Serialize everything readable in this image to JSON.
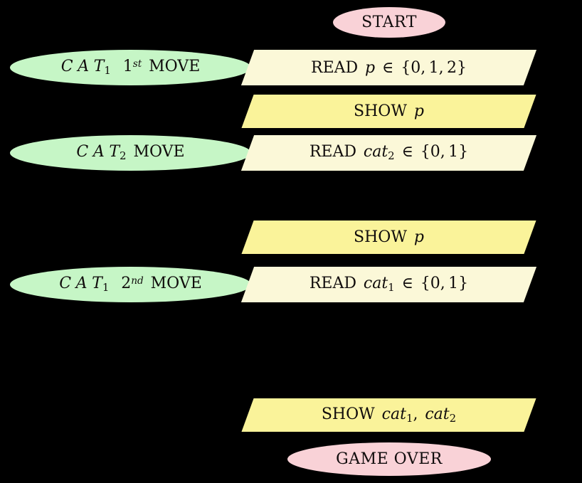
{
  "diagram": {
    "type": "flowchart",
    "background_color": "#000000",
    "palette": {
      "terminal_fill": "#f9d2d7",
      "annotation_fill": "#c6f6c6",
      "read_fill": "#fbf8d8",
      "show_fill": "#faf39a",
      "text_color": "#100c0c"
    },
    "nodes": {
      "start": {
        "label": "START",
        "shape": "ellipse",
        "role": "terminal"
      },
      "read_p": {
        "label": "READ p ∈ {0, 1, 2}",
        "keyword": "READ",
        "variable": "p",
        "set": "{0, 1, 2}",
        "shape": "parallelogram",
        "role": "input"
      },
      "show_p_1": {
        "label": "SHOW p",
        "keyword": "SHOW",
        "variable": "p",
        "shape": "parallelogram",
        "role": "output"
      },
      "read_cat2": {
        "label": "READ cat₂ ∈ {0, 1}",
        "keyword": "READ",
        "variable": "cat",
        "subscript": "2",
        "set": "{0, 1}",
        "shape": "parallelogram",
        "role": "input"
      },
      "show_p_2": {
        "label": "SHOW p",
        "keyword": "SHOW",
        "variable": "p",
        "shape": "parallelogram",
        "role": "output"
      },
      "read_cat1": {
        "label": "READ cat₁ ∈ {0, 1}",
        "keyword": "READ",
        "variable": "cat",
        "subscript": "1",
        "set": "{0, 1}",
        "shape": "parallelogram",
        "role": "input"
      },
      "show_cats": {
        "label": "SHOW cat₁, cat₂",
        "keyword": "SHOW",
        "variable_1": "cat",
        "subscript_1": "1",
        "variable_2": "cat",
        "subscript_2": "2",
        "shape": "parallelogram",
        "role": "output"
      },
      "game_over": {
        "label": "GAME OVER",
        "shape": "ellipse",
        "role": "terminal"
      }
    },
    "annotations": {
      "cat1_first_move": {
        "label": "CAT₁ 1st MOVE",
        "actor": "CAT",
        "subscript": "1",
        "ordinal_number": "1",
        "ordinal_suffix": "st",
        "action": "MOVE"
      },
      "cat2_move": {
        "label": "CAT₂ MOVE",
        "actor": "CAT",
        "subscript": "2",
        "action": "MOVE"
      },
      "cat1_second_move": {
        "label": "CAT₁ 2nd MOVE",
        "actor": "CAT",
        "subscript": "1",
        "ordinal_number": "2",
        "ordinal_suffix": "nd",
        "action": "MOVE"
      }
    }
  }
}
